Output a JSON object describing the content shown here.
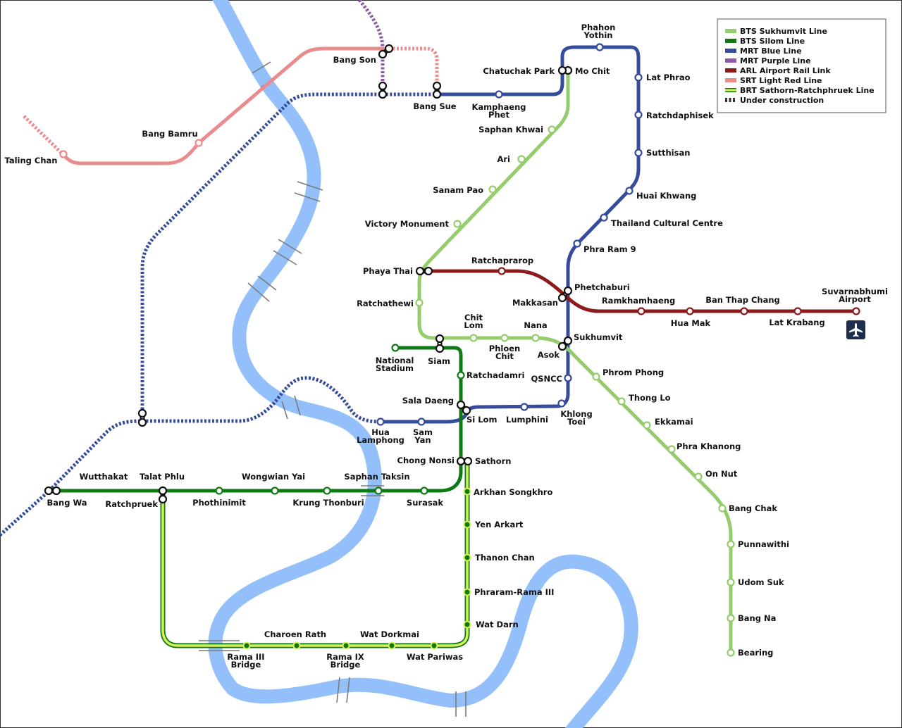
{
  "colors": {
    "river": "#93c0fa",
    "bts_sukhumvit": "#95cc6c",
    "bts_silom": "#0d7a14",
    "mrt_blue": "#354c9c",
    "mrt_purple": "#8d5ba5",
    "arl": "#8c1b1b",
    "srt_light_red": "#ea8c8e",
    "brt": "#d8f05a",
    "under_construction": "#333333"
  },
  "legend": {
    "items": [
      {
        "label": "BTS Sukhumvit Line",
        "color": "#95cc6c",
        "style": "solid"
      },
      {
        "label": "BTS Silom Line",
        "color": "#0d7a14",
        "style": "solid"
      },
      {
        "label": "MRT Blue Line",
        "color": "#354c9c",
        "style": "solid"
      },
      {
        "label": "MRT Purple Line",
        "color": "#8d5ba5",
        "style": "solid"
      },
      {
        "label": "ARL Airport Rail Link",
        "color": "#8c1b1b",
        "style": "solid"
      },
      {
        "label": "SRT Light Red Line",
        "color": "#ea8c8e",
        "style": "solid"
      },
      {
        "label": "BRT Sathorn-Ratchphruek Line",
        "color": "#d8f05a",
        "style": "brt"
      },
      {
        "label": "Under construction",
        "color": "#333333",
        "style": "dashed"
      }
    ]
  },
  "stations": {
    "phahon_yothin": [
      "Phahon",
      "Yothin"
    ],
    "mo_chit": "Mo Chit",
    "chatuchak_park": "Chatuchak Park",
    "lat_phrao": "Lat Phrao",
    "ratchadaphisek": "Ratchdaphisek",
    "sutthisan": "Sutthisan",
    "huai_khwang": "Huai Khwang",
    "thailand_cultural_centre": "Thailand Cultural Centre",
    "phra_ram_9": "Phra Ram 9",
    "phetchaburi": "Phetchaburi",
    "makkasan": "Makkasan",
    "sukhumvit": "Sukhumvit",
    "asok": "Asok",
    "qsncc": "QSNCC",
    "khlong_toei": [
      "Khlong",
      "Toei"
    ],
    "lumphini": "Lumphini",
    "si_lom": "Si Lom",
    "sala_daeng": "Sala Daeng",
    "sam_yan": [
      "Sam",
      "Yan"
    ],
    "hua_lamphong": [
      "Hua",
      "Lamphong"
    ],
    "bang_son": "Bang Son",
    "bang_sue": "Bang Sue",
    "kamphaeng_phet": [
      "Kamphaeng",
      "Phet"
    ],
    "bang_bamru": "Bang Bamru",
    "taling_chan": "Taling Chan",
    "saphan_khwai": "Saphan Khwai",
    "ari": "Ari",
    "sanam_pao": "Sanam Pao",
    "victory_monument": "Victory Monument",
    "phaya_thai": "Phaya Thai",
    "ratchathewi": "Ratchathewi",
    "chit_lom": [
      "Chit",
      "Lom"
    ],
    "phloen_chit": [
      "Phloen",
      "Chit"
    ],
    "nana": "Nana",
    "siam": "Siam",
    "national_stadium": [
      "National",
      "Stadium"
    ],
    "ratchadamri": "Ratchadamri",
    "phrom_phong": "Phrom Phong",
    "thong_lo": "Thong Lo",
    "ekkamai": "Ekkamai",
    "phra_khanong": "Phra Khanong",
    "on_nut": "On Nut",
    "bang_chak": "Bang Chak",
    "punnawithi": "Punnawithi",
    "udom_suk": "Udom Suk",
    "bang_na": "Bang Na",
    "bearing": "Bearing",
    "ratchaprarop": "Ratchaprarop",
    "ramkhamhaeng": "Ramkhamhaeng",
    "hua_mak": "Hua Mak",
    "ban_thap_chang": "Ban Thap Chang",
    "lat_krabang": "Lat Krabang",
    "suvarnabhumi_airport": [
      "Suvarnabhumi",
      "Airport"
    ],
    "chong_nonsi": "Chong Nonsi",
    "sathorn": "Sathorn",
    "surasak": "Surasak",
    "saphan_taksin": "Saphan Taksin",
    "krung_thonburi": "Krung Thonburi",
    "wongwian_yai": "Wongwian Yai",
    "phothinimit": "Phothinimit",
    "talat_phlu": "Talat Phlu",
    "ratchpruek": "Ratchpruek",
    "wutthakat": "Wutthakat",
    "bang_wa": "Bang Wa",
    "arkhan_songkhro": "Arkhan Songkhro",
    "yen_arkart": "Yen Arkart",
    "thanon_chan": "Thanon Chan",
    "phraram_rama_iii": "Phraram-Rama III",
    "wat_darn": "Wat Darn",
    "wat_pariwas": "Wat Pariwas",
    "wat_dorkmai": "Wat Dorkmai",
    "rama_ix_bridge": [
      "Rama IX",
      "Bridge"
    ],
    "charoen_rath": "Charoen Rath",
    "rama_iii_bridge": [
      "Rama III",
      "Bridge"
    ]
  },
  "icons": {
    "airport": "airplane-icon"
  }
}
